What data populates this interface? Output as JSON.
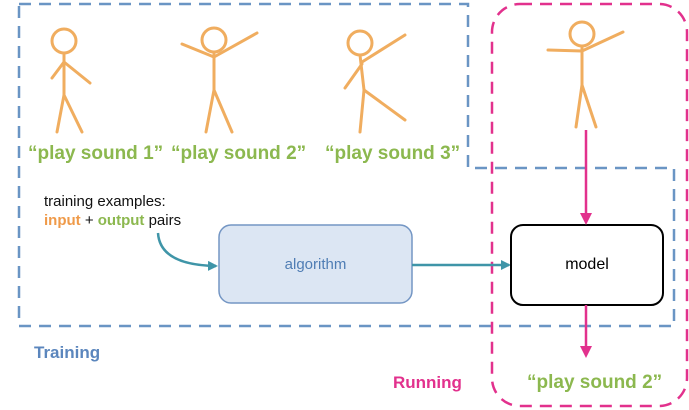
{
  "colors": {
    "figure": "#f0ad5f",
    "green": "#8cb84f",
    "orange": "#ef9a49",
    "blue_dash": "#6a95c4",
    "teal_arrow": "#3f95a8",
    "magenta": "#e2318d",
    "algo_fill": "#dce6f3",
    "algo_stroke": "#7496c4",
    "algo_text": "#4f7db4",
    "training_label": "#5b86bd"
  },
  "figures": {
    "figure_1": "stick-figure-pose-1",
    "figure_2": "stick-figure-pose-2",
    "figure_3": "stick-figure-pose-3",
    "figure_4": "stick-figure-pose-4"
  },
  "outputs": {
    "label_1": "“play sound 1”",
    "label_2": "“play sound 2”",
    "label_3": "“play sound 3”",
    "running_output": "“play sound 2”"
  },
  "training_note": {
    "line1": "training examples:",
    "input_word": "input",
    "plus": " + ",
    "output_word": "output",
    "pairs": " pairs"
  },
  "boxes": {
    "algorithm": "algorithm",
    "model": "model"
  },
  "regions": {
    "training": "Training",
    "running": "Running"
  }
}
